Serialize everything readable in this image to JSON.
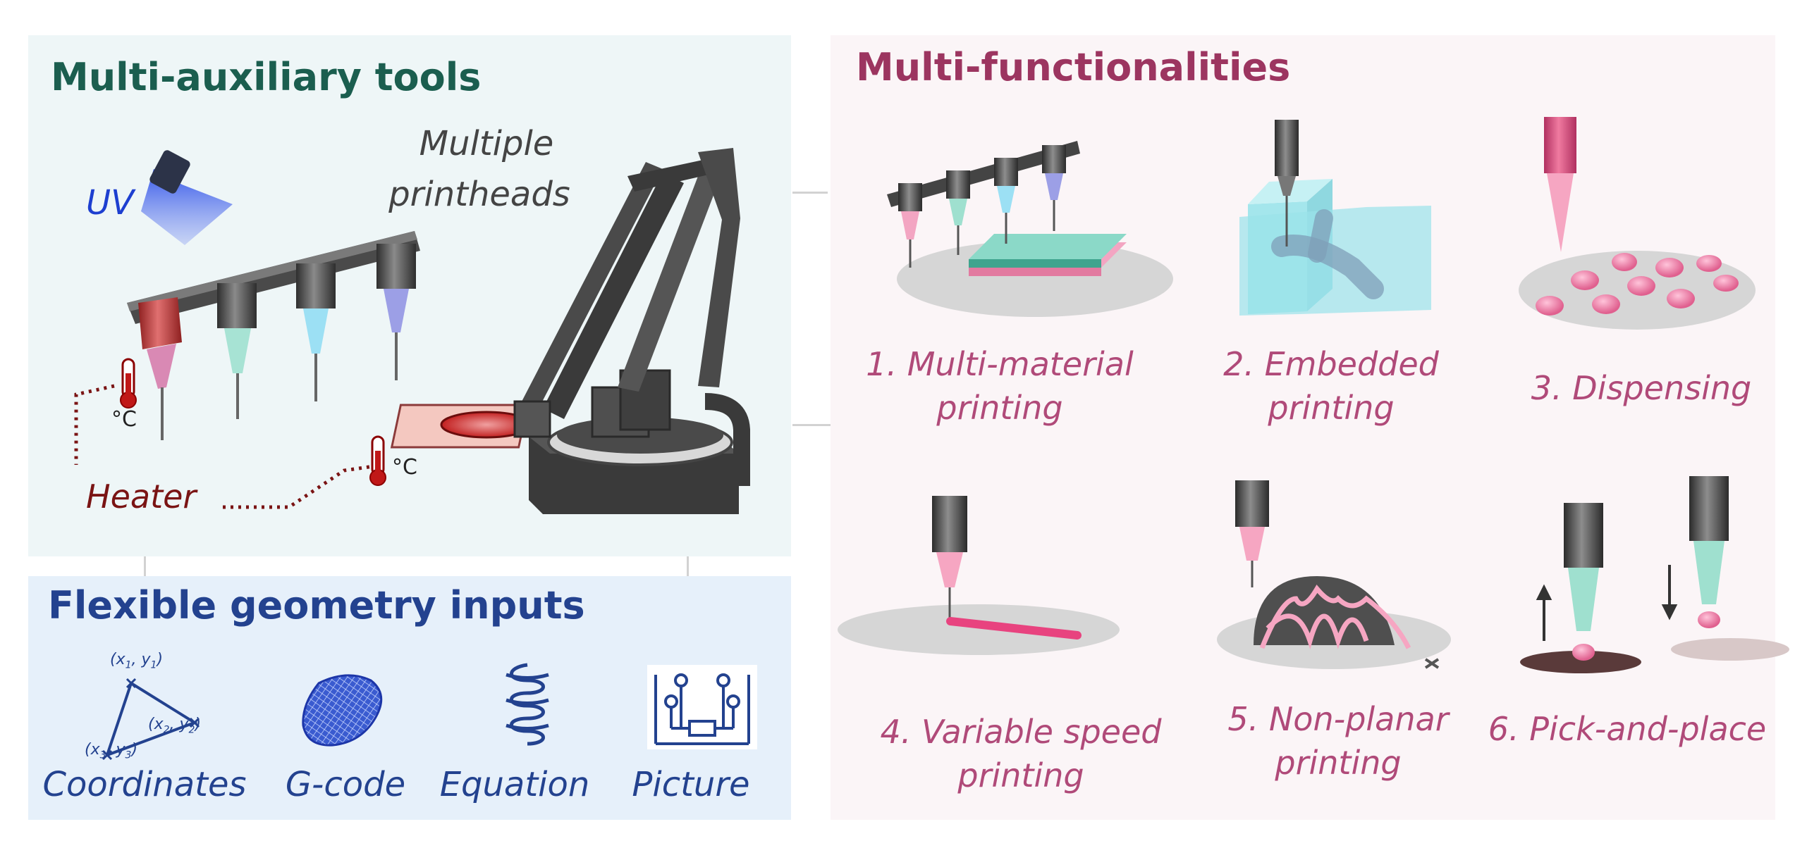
{
  "tools": {
    "title": "Multi-auxiliary tools",
    "uv_label": "UV",
    "printheads_label_line1": "Multiple",
    "printheads_label_line2": "printheads",
    "heater_label": "Heater",
    "celsius_1": "°C",
    "celsius_2": "°C"
  },
  "geometry": {
    "title": "Flexible geometry inputs",
    "items": [
      {
        "label": "Coordinates",
        "icon": "triangle-coordinates-icon"
      },
      {
        "label": "G-code",
        "icon": "mesh-blob-icon"
      },
      {
        "label": "Equation",
        "icon": "helix-icon"
      },
      {
        "label": "Picture",
        "icon": "circuit-picture-icon"
      }
    ],
    "coords": {
      "p1": "(x",
      "s1": "1",
      "c1": ", y",
      "t1": "1",
      "e1": ")",
      "p2": "(x",
      "s2": "2",
      "c2": ", y",
      "t2": "2",
      "e2": ")",
      "p3": "(x",
      "s3": "3",
      "c3": ", y",
      "t3": "3",
      "e3": ")"
    }
  },
  "functions": {
    "title": "Multi-functionalities",
    "items": [
      {
        "line1": "1. Multi-material",
        "line2": "printing"
      },
      {
        "line1": "2. Embedded",
        "line2": "printing"
      },
      {
        "line1": "3. Dispensing",
        "line2": ""
      },
      {
        "line1": "4. Variable speed",
        "line2": "printing"
      },
      {
        "line1": "5. Non-planar",
        "line2": "printing"
      },
      {
        "line1": "6. Pick-and-place",
        "line2": ""
      }
    ]
  },
  "colors": {
    "tools_title": "#1b5e4f",
    "geometry_title": "#23428f",
    "functions_title": "#9c3560",
    "function_label": "#b04a79",
    "heater": "#7a1414",
    "uv": "#1d3fd0"
  }
}
